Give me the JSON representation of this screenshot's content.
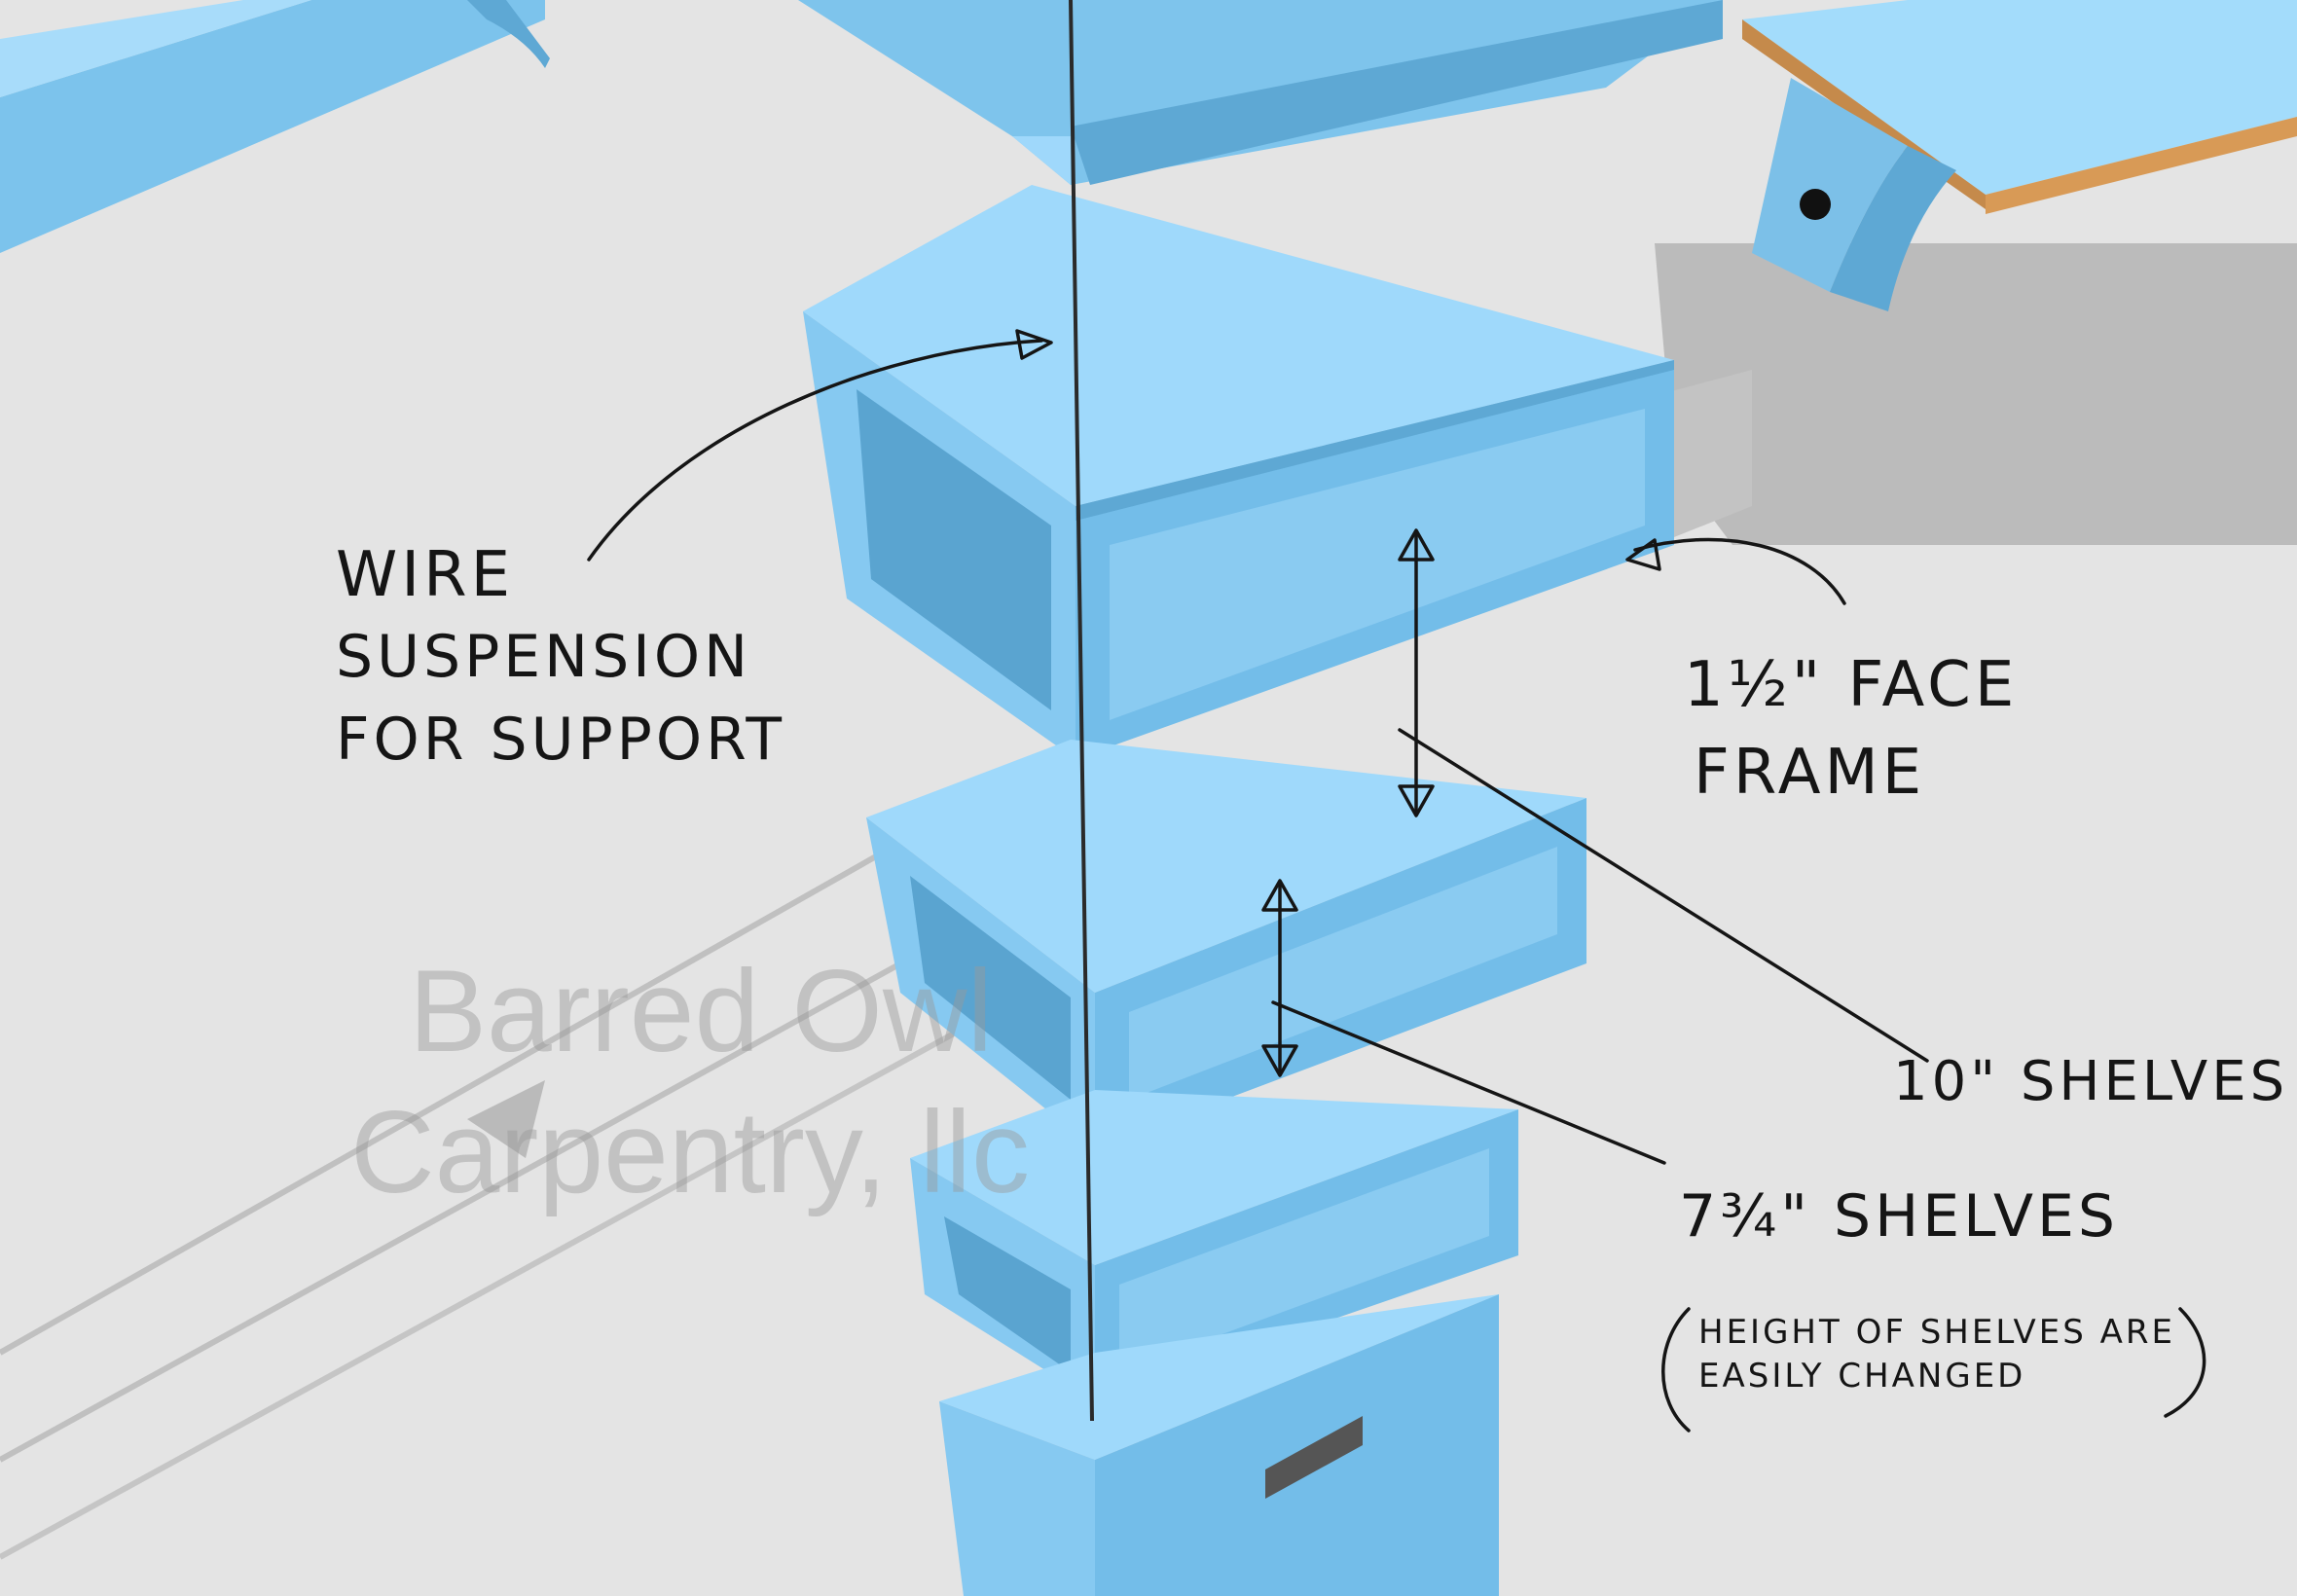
{
  "annotations": {
    "wire": [
      "WIRE",
      "SUSPENSION",
      "FOR SUPPORT"
    ],
    "face_frame": [
      "1½\" FACE",
      "FRAME"
    ],
    "ten_inch": "10\" SHELVES",
    "seven_inch": "7¾\" SHELVES",
    "note": [
      "HEIGHT OF SHELVES ARE",
      "EASILY CHANGED"
    ]
  },
  "watermark": [
    "Barred Owl",
    "Carpentry, llc"
  ],
  "colors": {
    "shelf_front": "#8fcff5",
    "shelf_side": "#64b2de",
    "shelf_top": "#9fd9fb",
    "background": "#e6e6e6",
    "ink": "#151515"
  }
}
